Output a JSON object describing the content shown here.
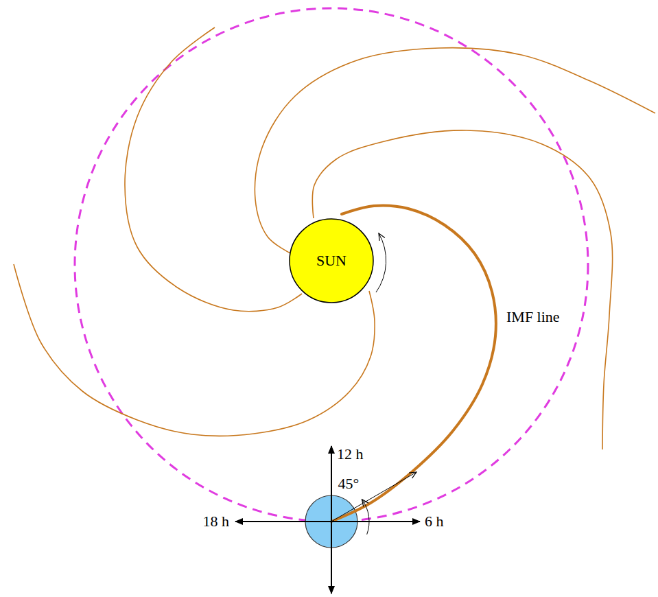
{
  "diagram": {
    "nodes": [
      {
        "text": [
          "SUN"
        ]
      }
    ],
    "labels": [
      "IMF line",
      "12 h",
      "45°",
      "18 h",
      "6 h"
    ]
  }
}
